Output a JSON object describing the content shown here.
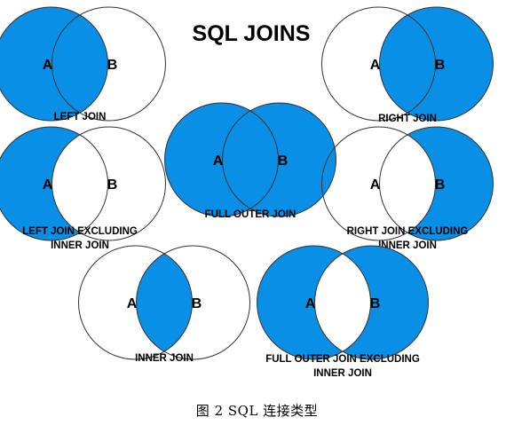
{
  "diagram": {
    "title": "SQL JOINS",
    "colors": {
      "fill": "#0a8fe6",
      "stroke": "#333333",
      "background": "#ffffff"
    },
    "set_labels": {
      "a": "A",
      "b": "B"
    },
    "joins": [
      {
        "id": "left-join",
        "fill": "a",
        "label_lines": [
          "LEFT JOIN"
        ]
      },
      {
        "id": "right-join",
        "fill": "b",
        "label_lines": [
          "RIGHT JOIN"
        ]
      },
      {
        "id": "full-outer-join",
        "fill": "both",
        "label_lines": [
          "FULL OUTER JOIN"
        ]
      },
      {
        "id": "left-join-excluding-inner-join",
        "fill": "a-only",
        "label_lines": [
          "LEFT JOIN EXCLUDING",
          "INNER JOIN"
        ]
      },
      {
        "id": "right-join-excluding-inner-join",
        "fill": "b-only",
        "label_lines": [
          "RIGHT JOIN EXCLUDING",
          "INNER JOIN"
        ]
      },
      {
        "id": "inner-join",
        "fill": "intersection",
        "label_lines": [
          "INNER JOIN"
        ]
      },
      {
        "id": "full-outer-join-excluding-inner-join",
        "fill": "symmetric-difference",
        "label_lines": [
          "FULL OUTER JOIN EXCLUDING",
          "INNER JOIN"
        ]
      }
    ]
  },
  "caption": "图 2 SQL 连接类型"
}
